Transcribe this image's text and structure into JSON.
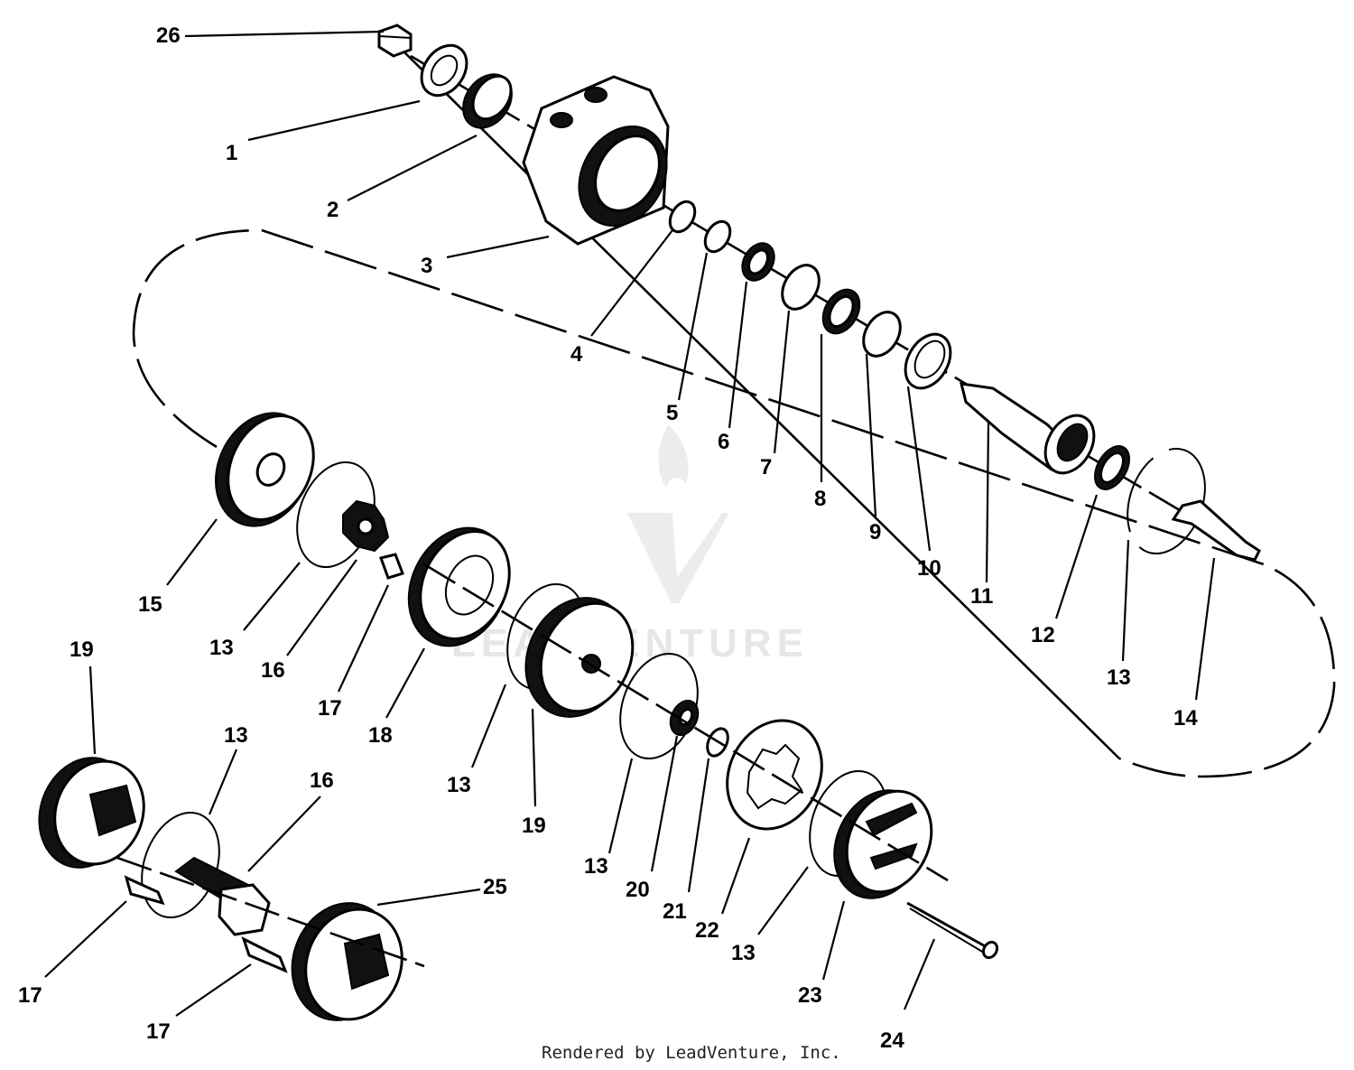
{
  "diagram": {
    "callouts": [
      {
        "id": "c26",
        "text": "26"
      },
      {
        "id": "c1",
        "text": "1"
      },
      {
        "id": "c2",
        "text": "2"
      },
      {
        "id": "c3",
        "text": "3"
      },
      {
        "id": "c4",
        "text": "4"
      },
      {
        "id": "c5",
        "text": "5"
      },
      {
        "id": "c6",
        "text": "6"
      },
      {
        "id": "c7",
        "text": "7"
      },
      {
        "id": "c8",
        "text": "8"
      },
      {
        "id": "c9",
        "text": "9"
      },
      {
        "id": "c10",
        "text": "10"
      },
      {
        "id": "c11",
        "text": "11"
      },
      {
        "id": "c12",
        "text": "12"
      },
      {
        "id": "c13a",
        "text": "13"
      },
      {
        "id": "c14",
        "text": "14"
      },
      {
        "id": "c15",
        "text": "15"
      },
      {
        "id": "c13b",
        "text": "13"
      },
      {
        "id": "c16a",
        "text": "16"
      },
      {
        "id": "c17a",
        "text": "17"
      },
      {
        "id": "c18",
        "text": "18"
      },
      {
        "id": "c13c",
        "text": "13"
      },
      {
        "id": "c19a",
        "text": "19"
      },
      {
        "id": "c13d",
        "text": "13"
      },
      {
        "id": "c20",
        "text": "20"
      },
      {
        "id": "c21",
        "text": "21"
      },
      {
        "id": "c22",
        "text": "22"
      },
      {
        "id": "c13e",
        "text": "13"
      },
      {
        "id": "c23",
        "text": "23"
      },
      {
        "id": "c24",
        "text": "24"
      },
      {
        "id": "c19b",
        "text": "19"
      },
      {
        "id": "c13f",
        "text": "13"
      },
      {
        "id": "c16b",
        "text": "16"
      },
      {
        "id": "c25",
        "text": "25"
      },
      {
        "id": "c17b",
        "text": "17"
      },
      {
        "id": "c17c",
        "text": "17"
      }
    ],
    "watermark": "LEADVENTURE",
    "credit": "Rendered by LeadVenture, Inc."
  }
}
